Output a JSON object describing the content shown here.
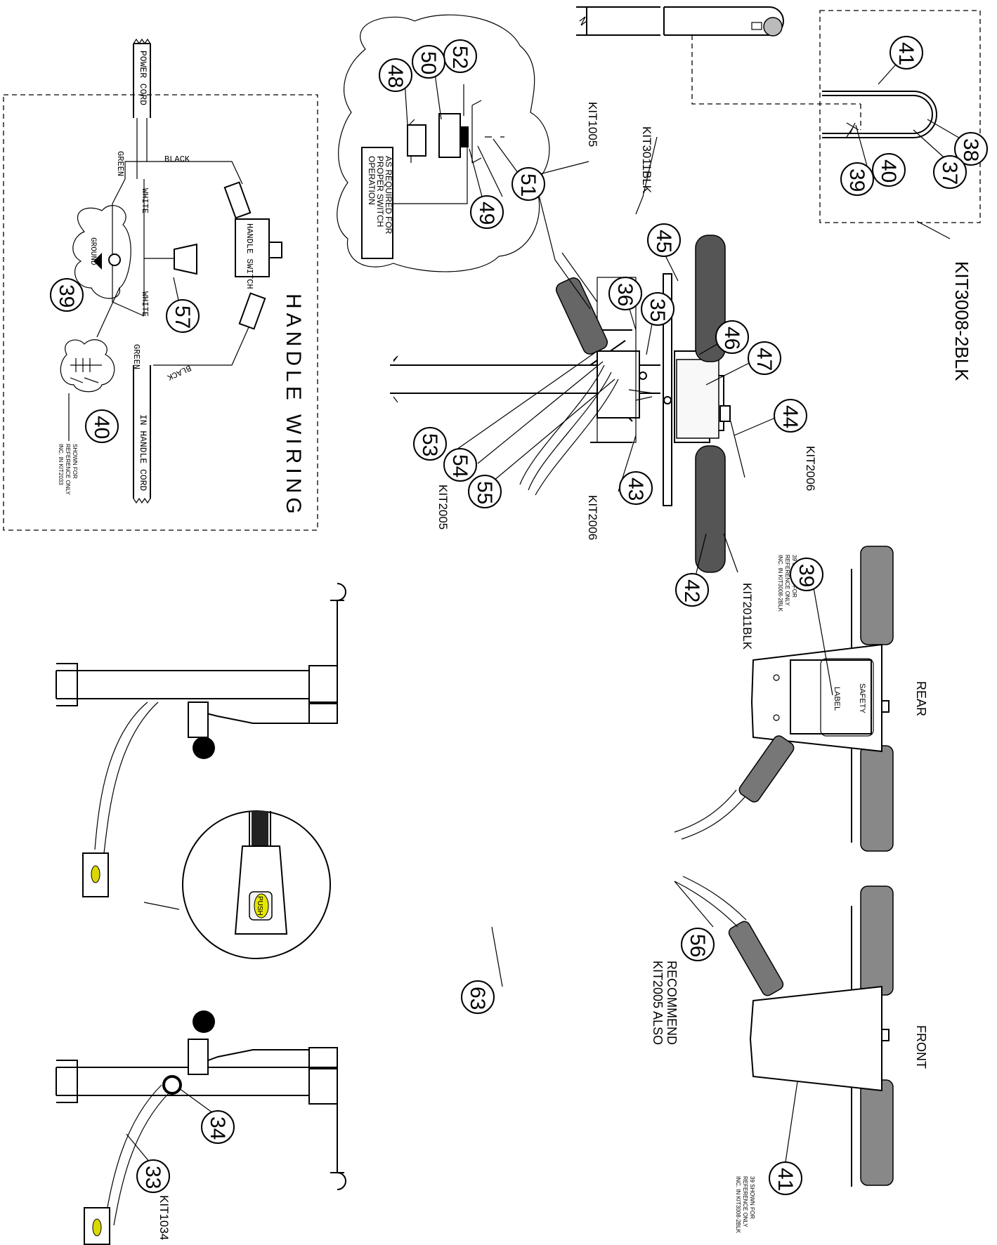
{
  "view_labels": {
    "rear": "REAR",
    "front": "FRONT"
  },
  "wiring": {
    "title": "HANDLE WIRING",
    "power_cord": "POWER CORD",
    "in_handle_cord": "IN HANDLE CORD",
    "handle_switch": "HANDLE SWITCH",
    "black": "BLACK",
    "white": "WHITE",
    "green": "GREEN",
    "ground": "GROUND",
    "note": [
      "SHOWN FOR",
      "REFERENCE ONLY",
      "INC. IN KIT2033"
    ]
  },
  "switch_note": [
    "AS REQUIRED FOR",
    "PROPER SWITCH",
    "OPERATION"
  ],
  "kits": {
    "kit3008": "KIT3008-2BLK",
    "kit1005": "KIT1005",
    "kit3011": "KIT3011BLK",
    "kit2006a": "KIT2006",
    "kit2006b": "KIT2006",
    "kit2005": "KIT2005",
    "kit2011": "KIT2011BLK",
    "kit1034": "KIT1034"
  },
  "notes": {
    "ref_39_rear": [
      "39 SHOWN FOR",
      "REFERENCE ONLY",
      "INC. IN KIT3008-2BLK"
    ],
    "ref_39_front": [
      "39 SHOWN FOR",
      "REFERENCE ONLY",
      "INC. IN KIT3008-2BLK"
    ],
    "recommend": [
      "RECOMMEND",
      "KIT2005 ALSO"
    ]
  },
  "label_text": {
    "safety": "SAFETY",
    "label": "LABEL"
  },
  "plug_text": "PUSH",
  "callouts": {
    "c33": "33",
    "c34": "34",
    "c35": "35",
    "c36": "36",
    "c37": "37",
    "c38": "38",
    "c39a": "39",
    "c39b": "39",
    "c39c": "39",
    "c40a": "40",
    "c40b": "40",
    "c41a": "41",
    "c41b": "41",
    "c42": "42",
    "c43": "43",
    "c44": "44",
    "c45": "45",
    "c46": "46",
    "c47": "47",
    "c48": "48",
    "c49": "49",
    "c50": "50",
    "c51": "51",
    "c52": "52",
    "c53": "53",
    "c54": "54",
    "c55": "55",
    "c56": "56",
    "c57": "57",
    "c63": "63"
  }
}
